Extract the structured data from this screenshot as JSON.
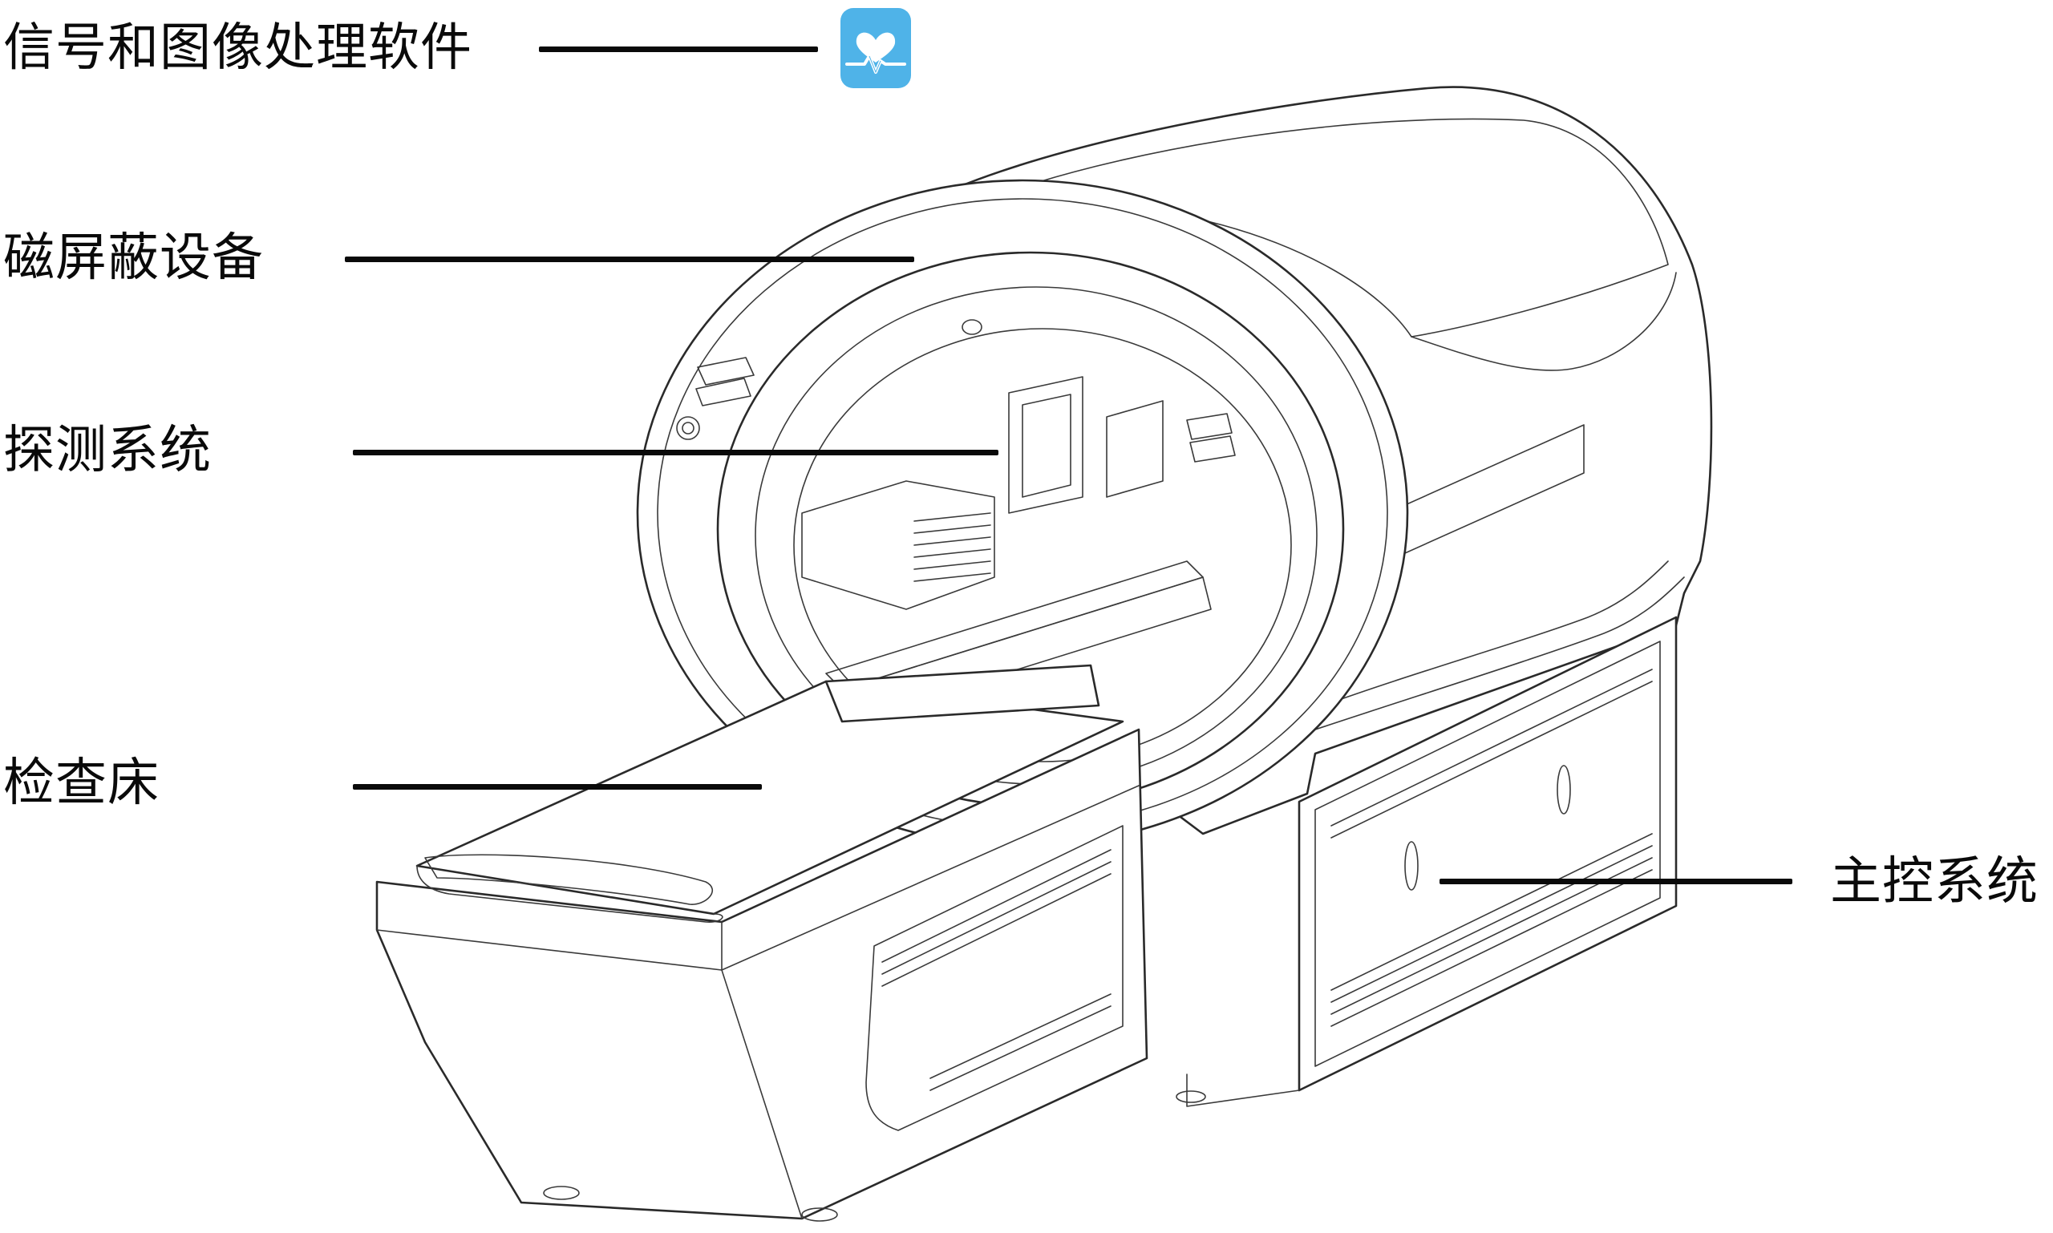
{
  "labels": {
    "software": "信号和图像处理软件",
    "magnetic_shield": "磁屏蔽设备",
    "detector_system": "探测系统",
    "exam_bed": "检查床",
    "main_control": "主控系统"
  },
  "icons": {
    "software": "heart-pulse-icon"
  },
  "colors": {
    "icon_bg": "#4fb3e8",
    "icon_symbol": "#ffffff",
    "line": "#0a0a0a"
  }
}
